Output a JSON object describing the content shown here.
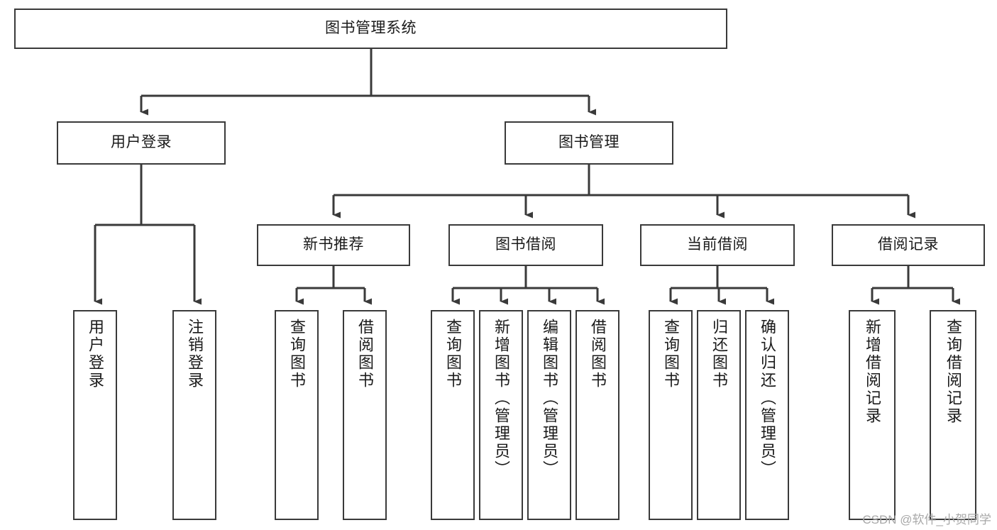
{
  "diagram": {
    "type": "tree-hierarchy",
    "title": "图书管理系统",
    "orientation": "top-down",
    "colors": {
      "box_border": "#3a3a3a",
      "box_fill": "#ffffff",
      "connector": "#3a3a3a",
      "text": "#1a1a1a",
      "watermark": "#a8a8a8"
    },
    "root": {
      "id": "root",
      "label": "图书管理系统"
    },
    "level2": [
      {
        "id": "user-login",
        "label": "用户登录"
      },
      {
        "id": "book-manage",
        "label": "图书管理"
      }
    ],
    "level3": [
      {
        "id": "new-book-rec",
        "label": "新书推荐",
        "parent": "book-manage"
      },
      {
        "id": "book-borrow",
        "label": "图书借阅",
        "parent": "book-manage"
      },
      {
        "id": "current-borrow",
        "label": "当前借阅",
        "parent": "book-manage"
      },
      {
        "id": "borrow-record",
        "label": "借阅记录",
        "parent": "book-manage"
      }
    ],
    "leaves": [
      {
        "id": "leaf-user-login",
        "label": "用户登录",
        "parent": "user-login"
      },
      {
        "id": "leaf-user-logout",
        "label": "注销登录",
        "parent": "user-login"
      },
      {
        "id": "leaf-query-book-1",
        "label": "查询图书",
        "parent": "new-book-rec"
      },
      {
        "id": "leaf-borrow-book-1",
        "label": "借阅图书",
        "parent": "new-book-rec"
      },
      {
        "id": "leaf-query-book-2",
        "label": "查询图书",
        "parent": "book-borrow"
      },
      {
        "id": "leaf-add-book",
        "label": "新增图书（管理员）",
        "parent": "book-borrow"
      },
      {
        "id": "leaf-edit-book",
        "label": "编辑图书（管理员）",
        "parent": "book-borrow"
      },
      {
        "id": "leaf-borrow-book-2",
        "label": "借阅图书",
        "parent": "book-borrow"
      },
      {
        "id": "leaf-query-book-3",
        "label": "查询图书",
        "parent": "current-borrow"
      },
      {
        "id": "leaf-return-book",
        "label": "归还图书",
        "parent": "current-borrow"
      },
      {
        "id": "leaf-confirm-return",
        "label": "确认归还（管理员）",
        "parent": "current-borrow"
      },
      {
        "id": "leaf-add-record",
        "label": "新增借阅记录",
        "parent": "borrow-record"
      },
      {
        "id": "leaf-query-record",
        "label": "查询借阅记录",
        "parent": "borrow-record"
      }
    ],
    "watermark": "CSDN @软件_小贺同学"
  }
}
